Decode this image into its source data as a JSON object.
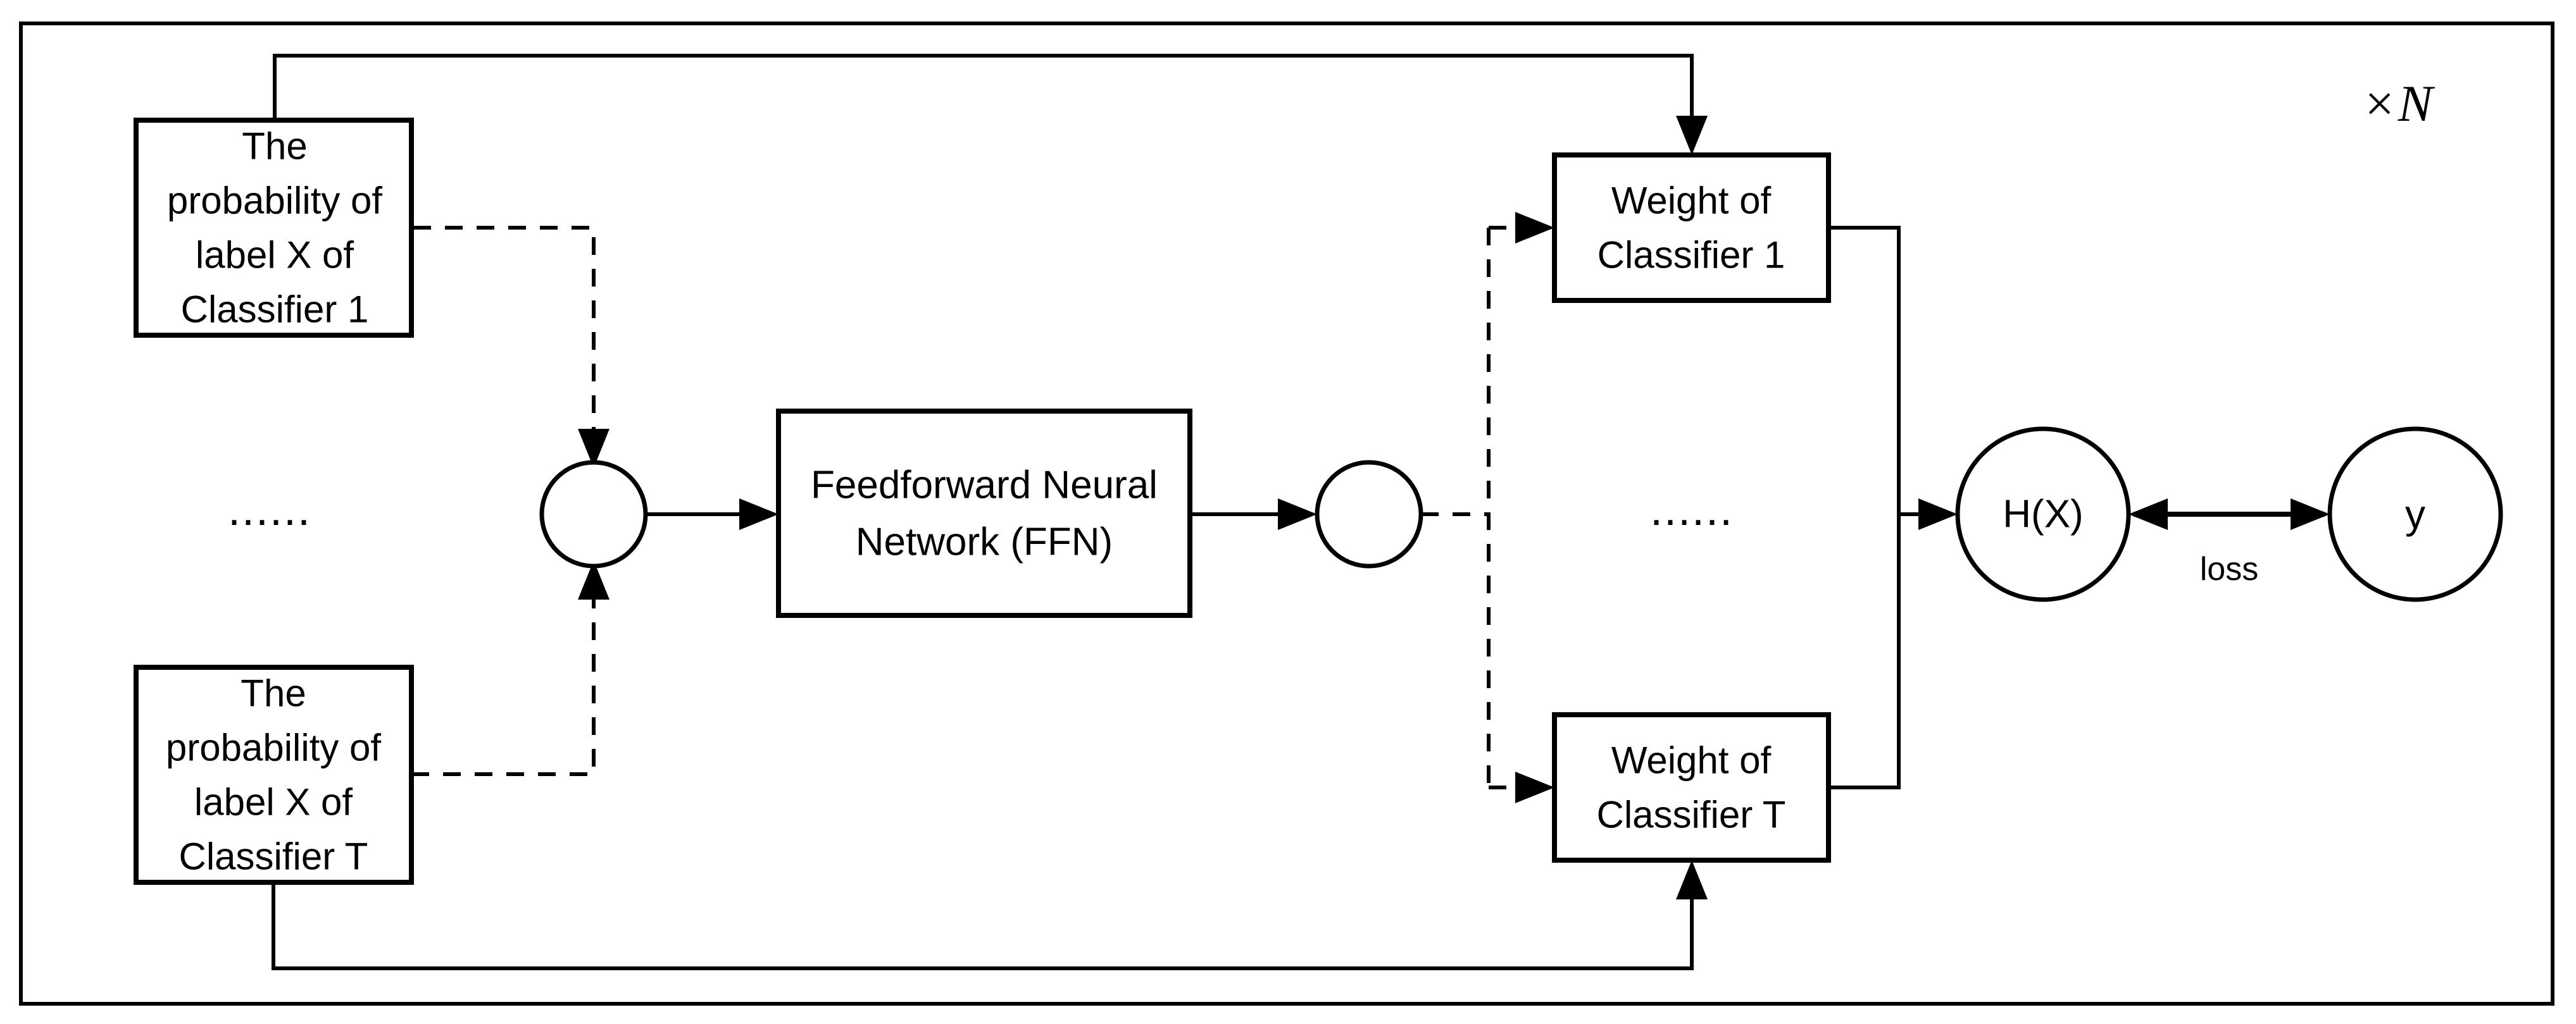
{
  "diagram": {
    "repeat_badge": {
      "times": "×",
      "count": "N"
    },
    "boxes": {
      "prob1": {
        "line1": "The",
        "line2": "probability of",
        "line3": "label X of",
        "line4": "Classifier 1"
      },
      "probT": {
        "line1": "The",
        "line2": "probability of",
        "line3": "label X of",
        "line4": "Classifier T"
      },
      "ffn": {
        "line1": "Feedforward Neural",
        "line2": "Network (FFN)"
      },
      "weight1": {
        "line1": "Weight of",
        "line2": "Classifier 1"
      },
      "weightT": {
        "line1": "Weight of",
        "line2": "Classifier T"
      }
    },
    "nodes": {
      "hx": "H(X)",
      "y": "y"
    },
    "labels": {
      "loss": "loss",
      "ellipsis_left": "......",
      "ellipsis_right": "......"
    },
    "colors": {
      "stroke": "#000000",
      "background": "#ffffff"
    }
  }
}
